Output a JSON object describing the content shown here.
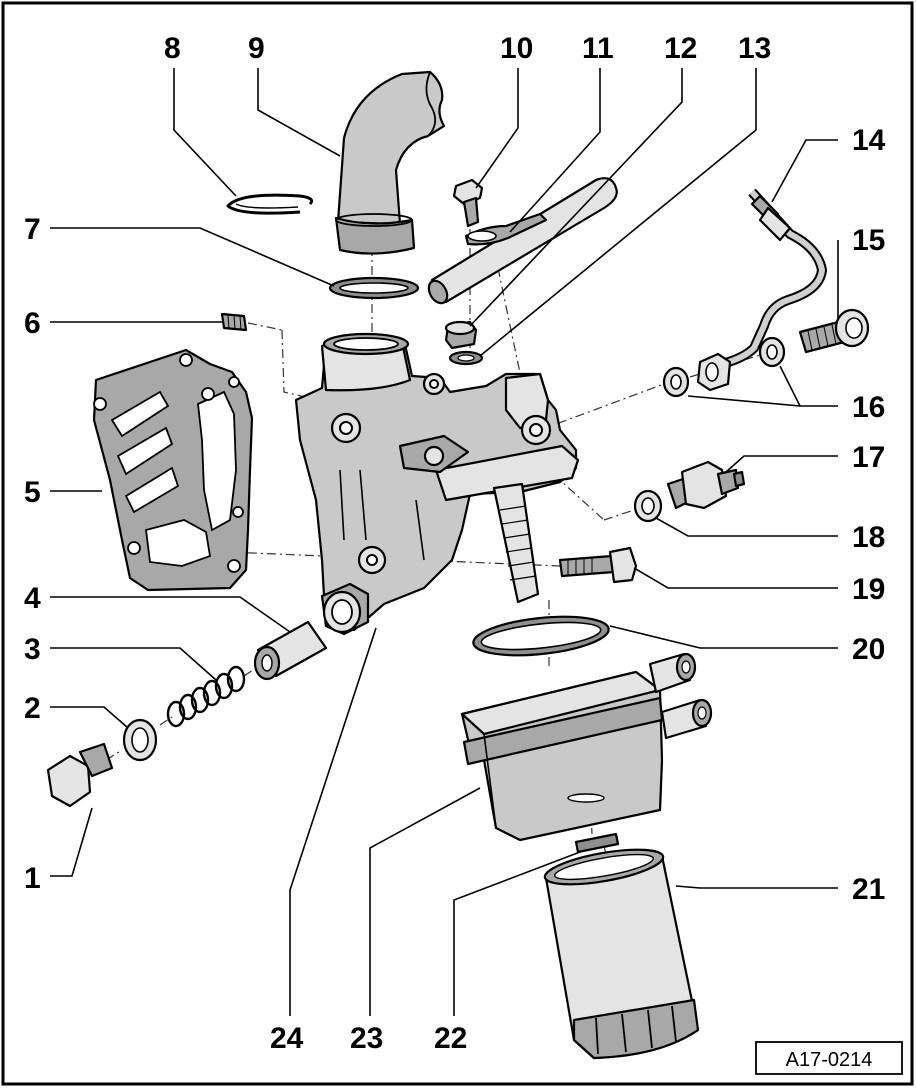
{
  "diagram": {
    "reference": "A17-0214",
    "callouts": [
      {
        "id": "1",
        "label": "1"
      },
      {
        "id": "2",
        "label": "2"
      },
      {
        "id": "3",
        "label": "3"
      },
      {
        "id": "4",
        "label": "4"
      },
      {
        "id": "5",
        "label": "5"
      },
      {
        "id": "6",
        "label": "6"
      },
      {
        "id": "7",
        "label": "7"
      },
      {
        "id": "8",
        "label": "8"
      },
      {
        "id": "9",
        "label": "9"
      },
      {
        "id": "10",
        "label": "10"
      },
      {
        "id": "11",
        "label": "11"
      },
      {
        "id": "12",
        "label": "12"
      },
      {
        "id": "13",
        "label": "13"
      },
      {
        "id": "14",
        "label": "14"
      },
      {
        "id": "15",
        "label": "15"
      },
      {
        "id": "16",
        "label": "16"
      },
      {
        "id": "17",
        "label": "17"
      },
      {
        "id": "18",
        "label": "18"
      },
      {
        "id": "19",
        "label": "19"
      },
      {
        "id": "20",
        "label": "20"
      },
      {
        "id": "21",
        "label": "21"
      },
      {
        "id": "22",
        "label": "22"
      },
      {
        "id": "23",
        "label": "23"
      },
      {
        "id": "24",
        "label": "24"
      }
    ]
  }
}
